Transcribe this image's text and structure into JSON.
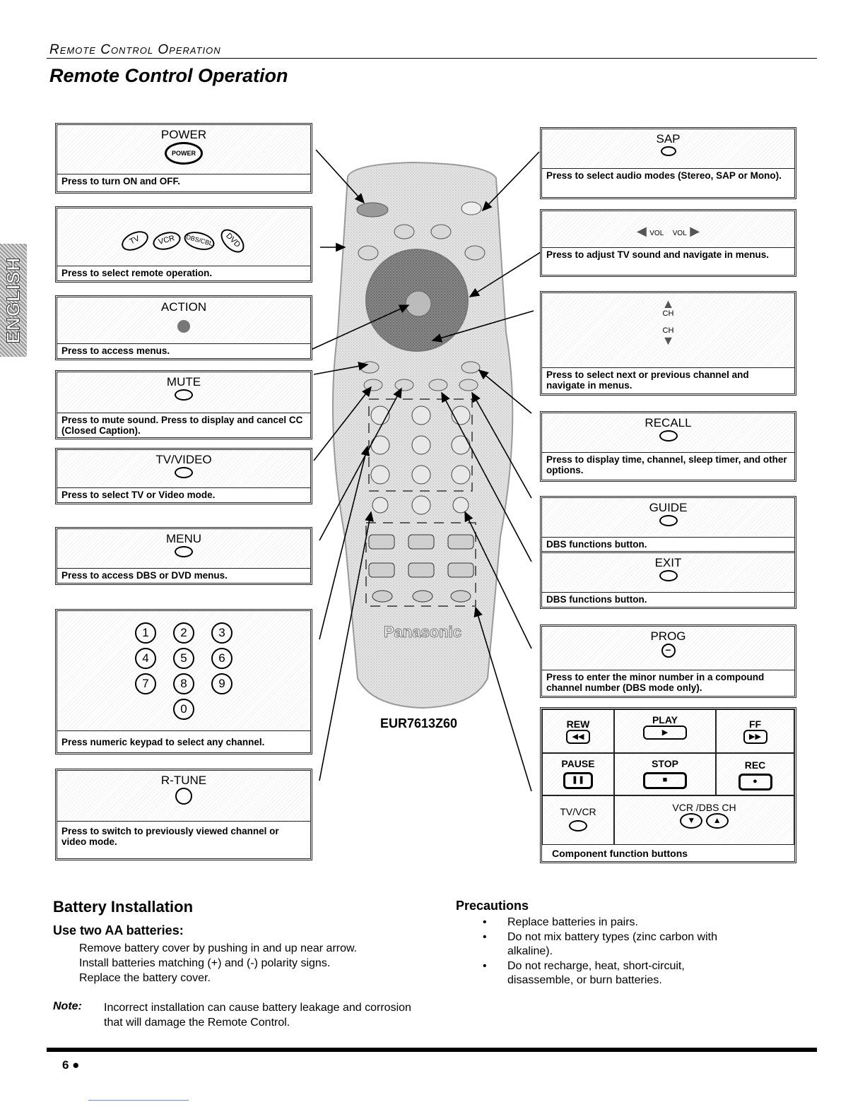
{
  "header": {
    "section": "Remote Control Operation",
    "title": "Remote Control Operation"
  },
  "side_tab": "ENGLISH",
  "remote": {
    "brand": "Panasonic",
    "model": "EUR7613Z60"
  },
  "boxes": {
    "power": {
      "title": "POWER",
      "button": "POWER",
      "desc": "Press to turn ON and OFF."
    },
    "mode": {
      "buttons": [
        "TV",
        "VCR",
        "DBS/CBL",
        "DVD"
      ],
      "desc": "Press to select remote operation."
    },
    "action": {
      "title": "ACTION",
      "desc": "Press to access menus."
    },
    "mute": {
      "title": "MUTE",
      "desc": "Press to mute sound. Press to display and cancel CC (Closed Caption)."
    },
    "tvvideo": {
      "title": "TV/VIDEO",
      "desc": "Press to select TV or Video mode."
    },
    "menu": {
      "title": "MENU",
      "desc": "Press to access DBS or DVD menus."
    },
    "numeric": {
      "keys": [
        "1",
        "2",
        "3",
        "4",
        "5",
        "6",
        "7",
        "8",
        "9",
        "0"
      ],
      "desc": "Press numeric keypad to select any channel."
    },
    "rtune": {
      "title": "R-TUNE",
      "desc": "Press to switch to previously viewed channel or video mode."
    },
    "sap": {
      "title": "SAP",
      "desc": "Press to select audio modes (Stereo, SAP or Mono)."
    },
    "vol": {
      "left": "VOL",
      "right": "VOL",
      "desc": "Press to adjust TV sound and navigate in menus."
    },
    "ch": {
      "up": "CH",
      "down": "CH",
      "desc": "Press to select next or previous channel and navigate in menus."
    },
    "recall": {
      "title": "RECALL",
      "desc": "Press to display time, channel, sleep timer, and other options."
    },
    "guide": {
      "title": "GUIDE",
      "desc": "DBS functions button."
    },
    "exit": {
      "title": "EXIT",
      "desc": "DBS functions button."
    },
    "prog": {
      "title": "PROG",
      "desc": "Press to enter the minor number in a compound channel number (DBS mode only)."
    }
  },
  "component": {
    "rew": "REW",
    "play": "PLAY",
    "ff": "FF",
    "pause": "PAUSE",
    "stop": "STOP",
    "rec": "REC",
    "tvvcr": "TV/VCR",
    "vcrdbs": "VCR /DBS CH",
    "desc": "Component function buttons"
  },
  "battery": {
    "title": "Battery Installation",
    "subtitle": "Use two AA batteries:",
    "lines": [
      "Remove battery cover by pushing in and up near arrow.",
      "Install batteries matching (+) and (-) polarity signs.",
      "Replace the battery cover."
    ],
    "note_label": "Note:",
    "note": "Incorrect installation can cause battery leakage and corrosion that will damage the Remote Control."
  },
  "precautions": {
    "title": "Precautions",
    "items": [
      "Replace batteries in pairs.",
      "Do not mix battery types (zinc carbon with alkaline).",
      "Do not recharge, heat, short-circuit, disassemble, or burn batteries."
    ]
  },
  "footer": {
    "page": "6 ●"
  }
}
